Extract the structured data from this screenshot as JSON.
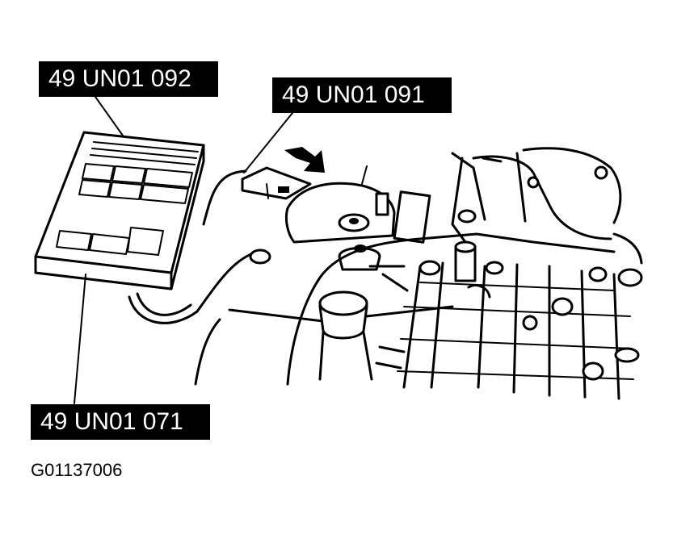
{
  "callouts": {
    "tester_box": "49 UN01 092",
    "connector": "49 UN01 091",
    "harness": "49 UN01 071"
  },
  "figure_id": "G01137006",
  "icons": {
    "direction_arrow": "arrow-down-right-icon"
  },
  "colors": {
    "callout_background": "#000000",
    "callout_text": "#ffffff",
    "line_art": "#000000",
    "page_background": "#ffffff"
  }
}
